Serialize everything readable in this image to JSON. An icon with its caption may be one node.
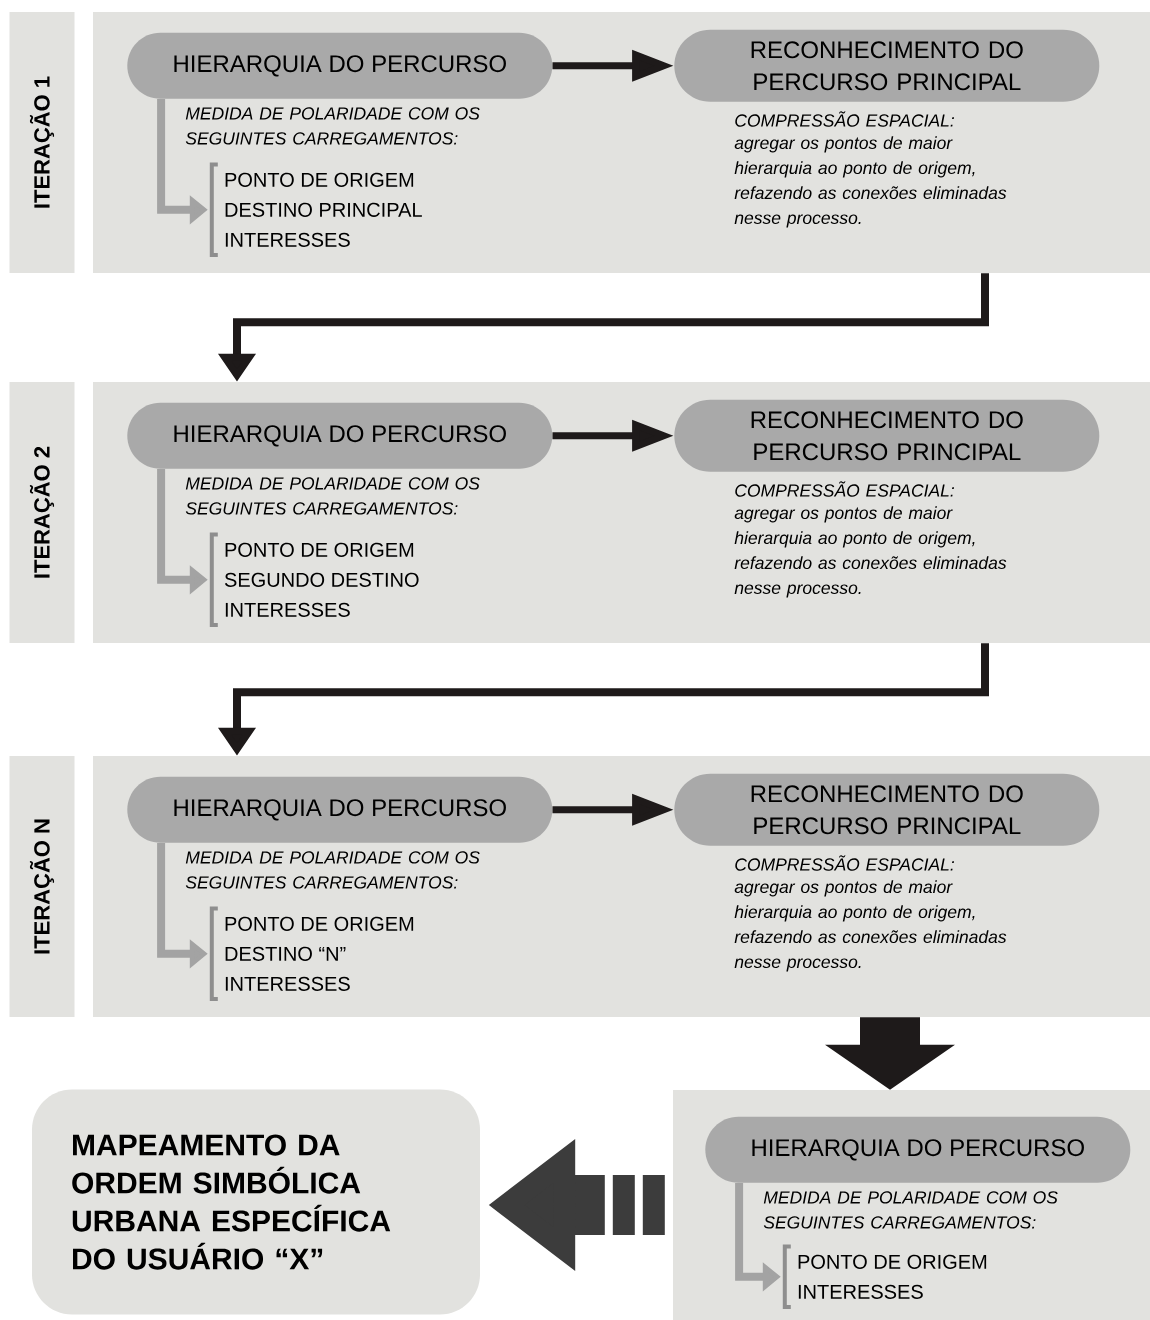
{
  "diagram": {
    "nodes": [
      {
        "text": [
          "ITERAÇÃO 1"
        ]
      },
      {
        "text": [],
        "shape": "box"
      },
      {
        "text": [
          "HIERARQUIA DO PERCURSO"
        ],
        "in": 1,
        "beside": [
          "MEDIDA DE POLARIDADE COM OS SEGUINTES CARREGAMENTOS:"
        ]
      },
      {
        "text": [
          "PONTO DE ORIGEM",
          "DESTINO PRINCIPAL",
          "INTERESSES"
        ],
        "in": 1
      },
      {
        "text": [
          "RECONHECIMENTO DO PERCURSO PRINCIPAL"
        ],
        "in": 1,
        "beside": [
          "COMPRESSÃO ESPACIAL:",
          "agregar os pontos de maior hierarquia ao ponto de origem, refazendo as conexões eliminadas nesse processo."
        ]
      },
      {
        "text": [
          "ITERAÇÃO 2"
        ]
      },
      {
        "text": [],
        "shape": "box"
      },
      {
        "text": [
          "HIERARQUIA DO PERCURSO"
        ],
        "in": 6,
        "beside": [
          "MEDIDA DE POLARIDADE COM OS SEGUINTES CARREGAMENTOS:"
        ]
      },
      {
        "text": [
          "PONTO DE ORIGEM",
          "SEGUNDO DESTINO",
          "INTERESSES"
        ],
        "in": 6
      },
      {
        "text": [
          "RECONHECIMENTO DO PERCURSO PRINCIPAL"
        ],
        "in": 6,
        "beside": [
          "COMPRESSÃO ESPACIAL:",
          "agregar os pontos de maior hierarquia ao ponto de origem, refazendo as conexões eliminadas nesse processo."
        ]
      },
      {
        "text": [
          "ITERAÇÃO N"
        ]
      },
      {
        "text": [],
        "shape": "box"
      },
      {
        "text": [
          "HIERARQUIA DO PERCURSO"
        ],
        "in": 11,
        "beside": [
          "MEDIDA DE POLARIDADE COM OS SEGUINTES CARREGAMENTOS:"
        ]
      },
      {
        "text": [
          "PONTO DE ORIGEM",
          "DESTINO “N”",
          "INTERESSES"
        ],
        "in": 11
      },
      {
        "text": [
          "RECONHECIMENTO DO PERCURSO PRINCIPAL"
        ],
        "in": 11,
        "beside": [
          "COMPRESSÃO ESPACIAL:",
          "agregar os pontos de maior hierarquia ao ponto de origem, refazendo as conexões eliminadas nesse processo."
        ]
      },
      {
        "text": [],
        "shape": "box"
      },
      {
        "text": [
          "HIERARQUIA DO PERCURSO"
        ],
        "in": 15,
        "beside": [
          "MEDIDA DE POLARIDADE COM OS SEGUINTES CARREGAMENTOS:"
        ]
      },
      {
        "text": [
          "PONTO DE ORIGEM",
          "INTERESSES"
        ],
        "in": 15
      },
      {
        "text": [
          "MAPEAMENTO DA ORDEM SIMBÓLICA URBANA ESPECÍFICA DO USUÁRIO “X”"
        ]
      }
    ],
    "edges": [
      {
        "from": 2,
        "to": 4,
        "arrow": "to"
      },
      {
        "from": 2,
        "to": 3,
        "arrow": "to",
        "color": "#a3a3a3"
      },
      {
        "from": 7,
        "to": 9,
        "arrow": "to"
      },
      {
        "from": 7,
        "to": 8,
        "arrow": "to",
        "color": "#a3a3a3"
      },
      {
        "from": 12,
        "to": 14,
        "arrow": "to"
      },
      {
        "from": 12,
        "to": 13,
        "arrow": "to",
        "color": "#a3a3a3"
      },
      {
        "from": 1,
        "to": 6,
        "arrow": "to"
      },
      {
        "from": 6,
        "to": 11,
        "arrow": "to"
      },
      {
        "from": 11,
        "to": 15,
        "arrow": "to",
        "style": "thick"
      },
      {
        "from": 16,
        "to": 17,
        "arrow": "to",
        "color": "#a3a3a3"
      },
      {
        "from": 15,
        "to": 18,
        "arrow": "to",
        "style": "thick",
        "color": "#3c3c3c"
      }
    ]
  }
}
